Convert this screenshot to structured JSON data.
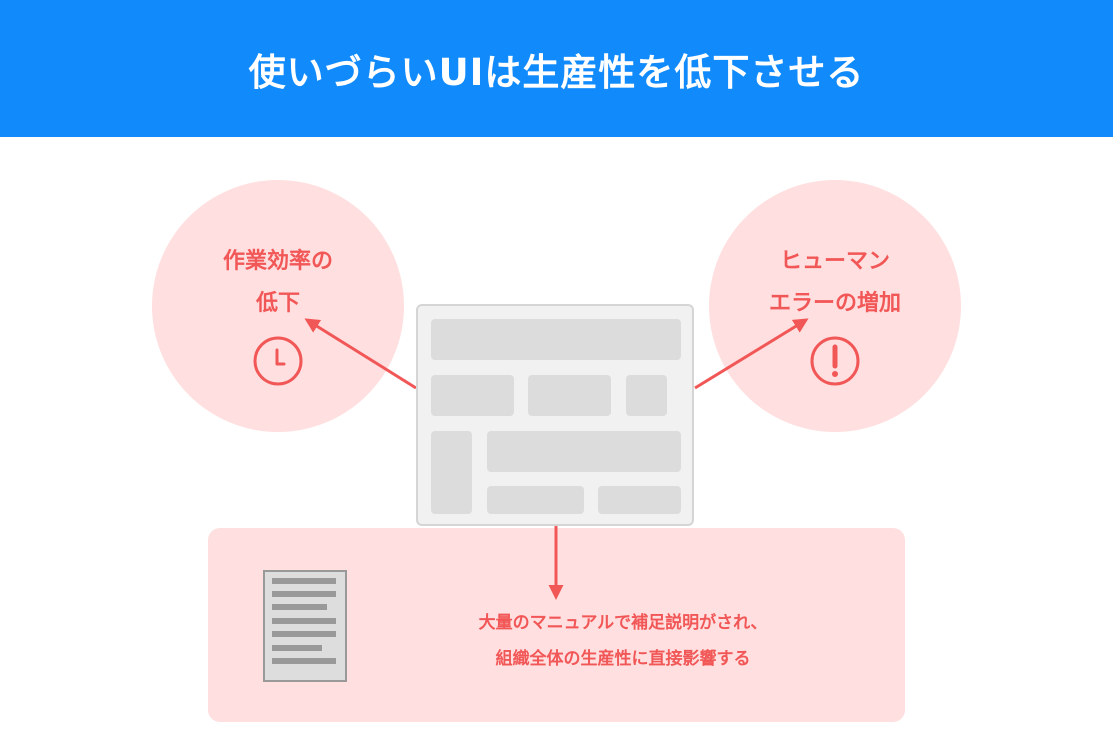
{
  "header": {
    "title": "使いづらいUIは生産性を低下させる"
  },
  "left_circle": {
    "line1": "作業効率の",
    "line2": "低下",
    "icon": "clock-icon"
  },
  "right_circle": {
    "line1": "ヒューマン",
    "line2": "エラーの増加",
    "icon": "exclamation-icon"
  },
  "bottom_panel": {
    "line1": "大量のマニュアルで補足説明がされ、",
    "line2": "組織全体の生産性に直接影響する",
    "icon": "document-icon"
  },
  "colors": {
    "header_bg": "#118bfb",
    "accent_red": "#f25757",
    "pink_bg": "#ffdfdf",
    "screen_bg": "#f1f1f1",
    "block": "#dcdcdc"
  }
}
